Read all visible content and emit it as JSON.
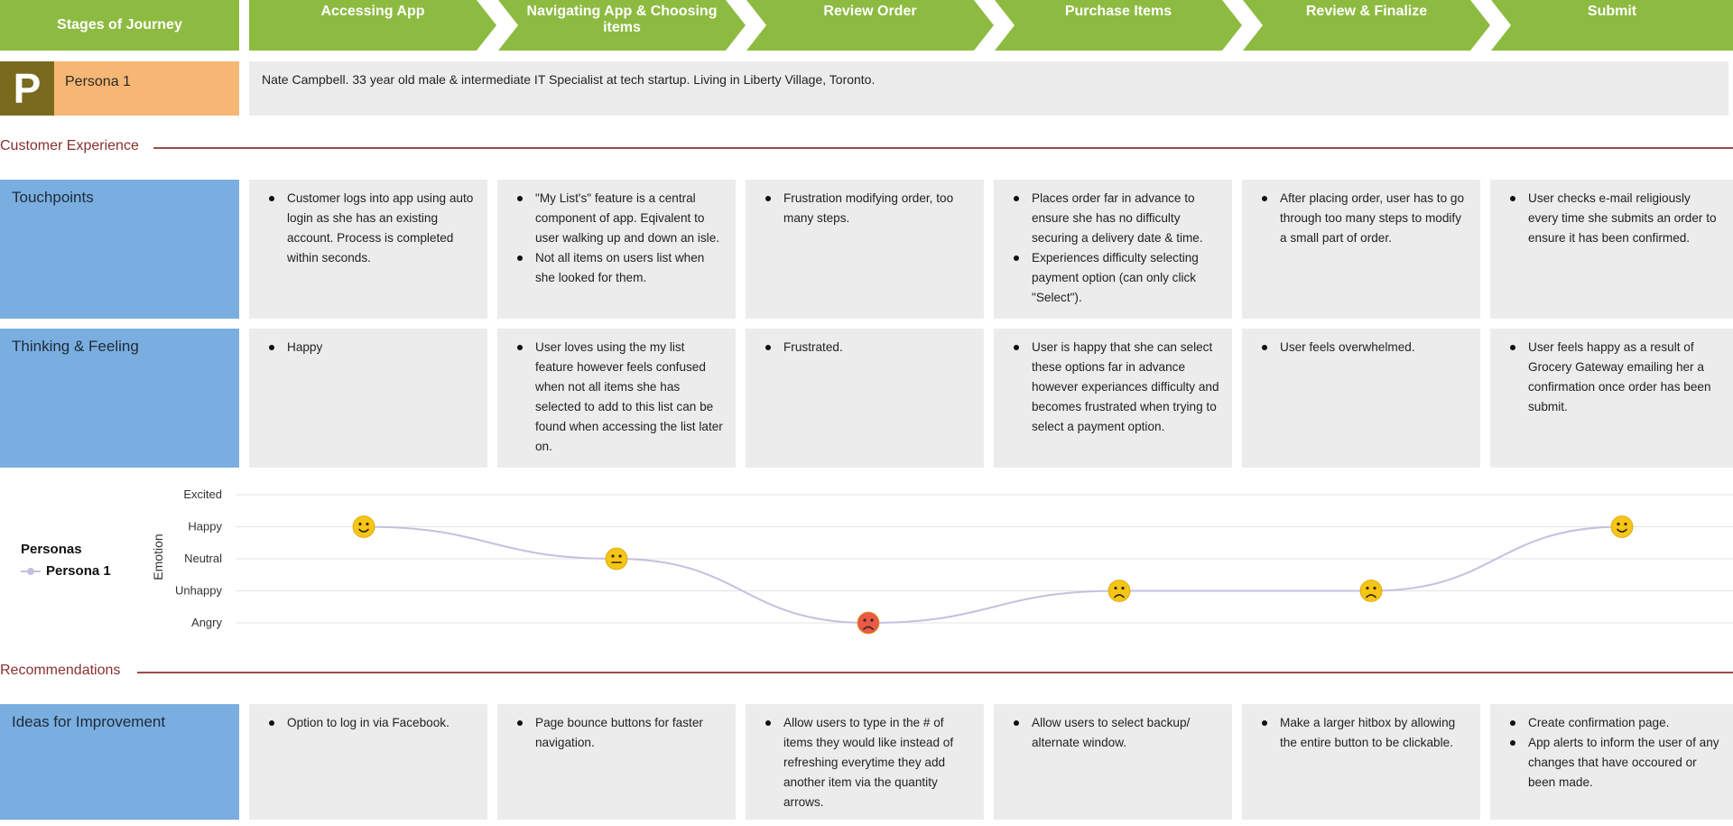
{
  "header": {
    "stages_label": "Stages of Journey",
    "stages": [
      "Accessing App",
      "Navigating App & Choosing items",
      "Review Order",
      "Purchase Items",
      "Review & Finalize",
      "Submit"
    ]
  },
  "persona": {
    "badge_letter": "P",
    "name": "Persona 1",
    "description": "Nate Campbell. 33 year old male & intermediate IT Specialist at tech startup. Living in Liberty Village, Toronto."
  },
  "sections": {
    "customer_experience": "Customer Experience",
    "recommendations": "Recommendations"
  },
  "rows": {
    "touchpoints": {
      "label": "Touchpoints",
      "cells": [
        [
          "Customer logs into app using auto login as she has an existing account. Process is completed within seconds."
        ],
        [
          "\"My List's\" feature is a central component of app. Eqivalent to user walking up and down an isle.",
          "Not all items on users list when she looked for them."
        ],
        [
          "Frustration modifying order, too many steps."
        ],
        [
          "Places order far in advance to ensure she has no difficulty securing a delivery date & time.",
          "Experiences difficulty selecting payment option (can only click \"Select\")."
        ],
        [
          "After placing order, user has to go through too many steps to modify a small part of order."
        ],
        [
          "User checks e-mail religiously every time she submits an order to ensure it has been confirmed."
        ]
      ]
    },
    "thinking": {
      "label": "Thinking & Feeling",
      "cells": [
        [
          "Happy"
        ],
        [
          "User loves using the my list feature however feels confused when not all items she has selected to add to this list can be found when accessing the list later on."
        ],
        [
          "Frustrated."
        ],
        [
          "User is happy that she can select these options far in advance however experiances difficulty and becomes frustrated when trying to select a payment option."
        ],
        [
          "User feels overwhelmed."
        ],
        [
          "User feels happy as a result of Grocery Gateway emailing her a confirmation once order has been submit."
        ]
      ]
    },
    "ideas": {
      "label": "Ideas for Improvement",
      "cells": [
        [
          "Option to log in via Facebook."
        ],
        [
          "Page bounce buttons for faster navigation."
        ],
        [
          "Allow users to type in the # of items they would like instead of refreshing everytime they add another item via the quantity arrows."
        ],
        [
          "Allow users to select backup/ alternate window."
        ],
        [
          "Make a larger hitbox by allowing the entire button to be clickable."
        ],
        [
          "Create confirmation page.",
          "App alerts to inform the user of any changes that have occoured or been made."
        ]
      ]
    }
  },
  "chart_data": {
    "type": "line",
    "ylabel": "Emotion",
    "y_levels": [
      "Angry",
      "Unhappy",
      "Neutral",
      "Happy",
      "Excited"
    ],
    "legend_title": "Personas",
    "series": [
      {
        "name": "Persona 1",
        "color": "#c7bfe0",
        "values": [
          "Happy",
          "Neutral",
          "Angry",
          "Unhappy",
          "Unhappy",
          "Happy"
        ]
      }
    ],
    "emoji_colors": {
      "Happy": "#f5c518",
      "Neutral": "#f5c518",
      "Unhappy": "#f5c518",
      "Angry": "#e8584b"
    }
  }
}
